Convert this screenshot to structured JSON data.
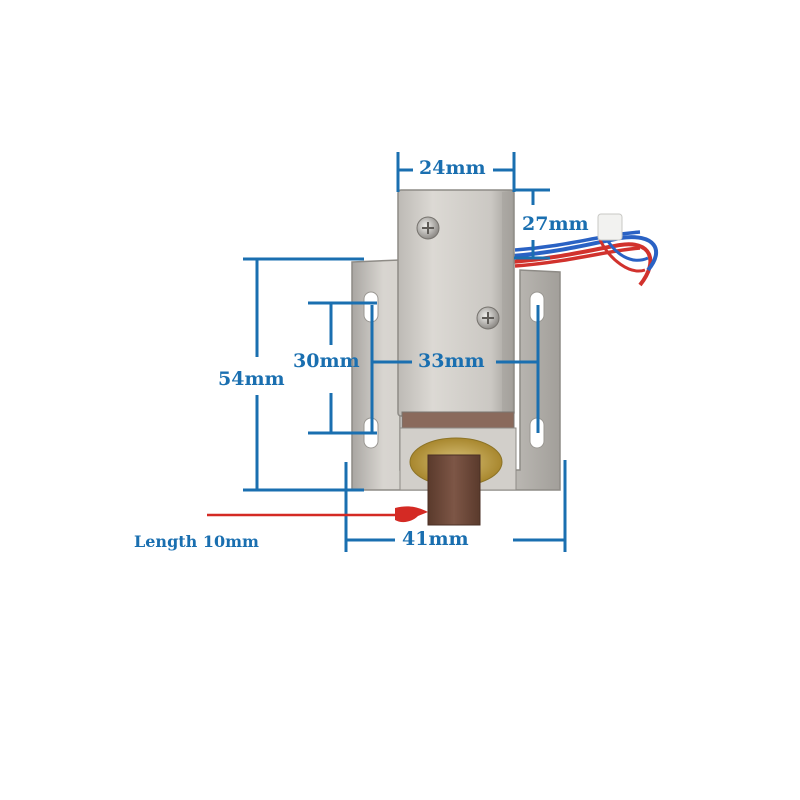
{
  "figure": {
    "subject": "Electric solenoid cabinet lock with mounting bracket and wires",
    "colors": {
      "dimension": "#1a6fb0",
      "arrow": "#d42a24",
      "metal": "#c9c6c1",
      "bolt": "#6e4a3a",
      "brass": "#b89a3c",
      "wire_red": "#d1322d",
      "wire_blue": "#2a62c4",
      "background": "#ffffff"
    }
  },
  "dimensions": {
    "top_width": "24mm",
    "body_depth": "27mm",
    "total_height": "54mm",
    "hole_spacing_vertical": "30mm",
    "hole_spacing_horizontal": "33mm",
    "bracket_width": "41mm"
  },
  "annotation": {
    "bolt_length": "Length 10mm"
  }
}
